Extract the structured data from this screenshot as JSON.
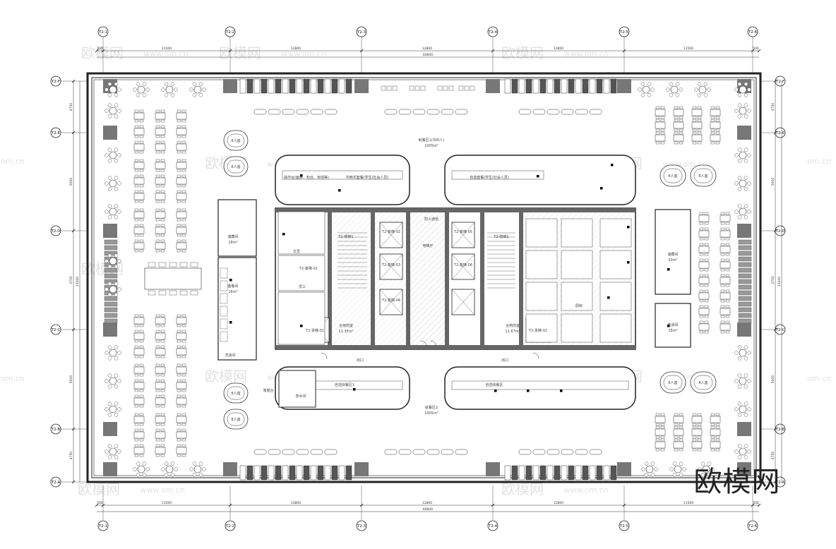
{
  "watermark": {
    "text": "欧模网",
    "url_text": "www.om.cn",
    "short_text": "om.cn"
  },
  "brand_logo": "欧模网",
  "grid_top": [
    "T2-1",
    "T2-2",
    "T2-3",
    "T2-4",
    "T2-5",
    "T2-6"
  ],
  "grid_bottom": [
    "T2-1",
    "T2-2",
    "T2-3",
    "T2-4",
    "T2-5",
    "T2-6"
  ],
  "grid_left": [
    "T2-F",
    "T2-E",
    "T2-D",
    "T2-C",
    "T2-B",
    "T2-A"
  ],
  "grid_right": [
    "T2-F",
    "T2-E",
    "T2-D",
    "T2-C",
    "T2-B",
    "T2-A"
  ],
  "dims_top": [
    "500",
    "11500",
    "12800",
    "12800",
    "12800",
    "11500",
    "500"
  ],
  "dims_top_total": "60600",
  "dims_bottom": [
    "500",
    "11500",
    "12800",
    "12800",
    "12800",
    "11500",
    "500"
  ],
  "dims_bottom_total": "60600",
  "dims_left": [
    "4750",
    "5000",
    "3700",
    "5000",
    "4750"
  ],
  "dims_left_total": "23200",
  "dims_right": [
    "4750",
    "5000",
    "3700",
    "5000",
    "4750"
  ],
  "dims_right_total": "23200",
  "rooms": {
    "dining_top": "就餐区1(300人)",
    "dining_top_area": "1005m²",
    "dining_bottom": "就餐区2",
    "dining_bottom_area": "1005m²",
    "kitchen_left_top": "操作台(面条、粉丝、米线等)",
    "kitchen_left_top2": "中西式套餐(学生/社会人员)",
    "kitchen_right_top": "自选套餐(学生/社会人员)",
    "kitchen_left_bottom": "自选快餐区1",
    "kitchen_right_bottom": "自选快餐区",
    "lift_hall": "电梯厅",
    "fire_room": "防火通道",
    "stair_left": "T2-楼梯1",
    "stair_right": "T2-楼梯2",
    "tea_room": "茶水间",
    "storage_left": "储藏间",
    "service_left": "备餐间",
    "wash_room": "洗消间",
    "vip_8": "8人座",
    "room_left_a": "文员",
    "room_left_b": "员工",
    "elev_1": "T2-客梯-01",
    "elev_2": "T2-客梯-02",
    "elev_3": "T2-客梯-03",
    "elev_4": "T2-客梯-04",
    "elev_5": "T2-客梯-05",
    "elev_6": "T2-客梯-06",
    "freight_l": "T2-货梯-01",
    "freight_r": "T2-货梯-02",
    "shaft_l": "合用前室",
    "shaft_l_area": "11.35m²",
    "shaft_r": "合用前室",
    "shaft_r_area": "11.67m²",
    "kitchen_right_room": "厨房",
    "exit_left": "出口",
    "exit_right": "出口",
    "counter": "收银台",
    "room_r1": "储藏间",
    "room_r1_area": "20m²",
    "room_r2": "洗消间",
    "room_r2_area": "16m²",
    "room_l_area": "16m²",
    "store_l_area": "18m²"
  }
}
